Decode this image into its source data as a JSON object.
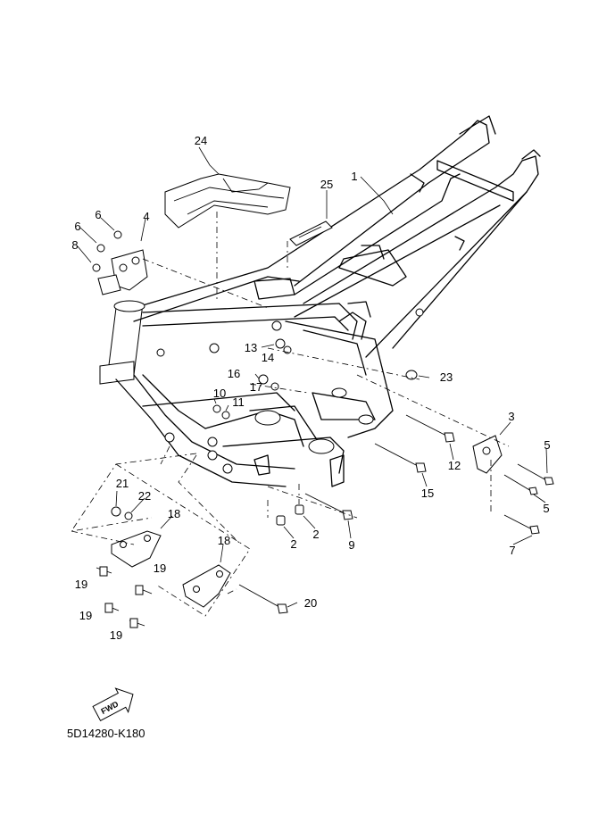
{
  "diagram_code": "5D14280-K180",
  "fwd_label": "FWD",
  "callouts": {
    "c1": "1",
    "c2a": "2",
    "c2b": "2",
    "c3": "3",
    "c4": "4",
    "c5a": "5",
    "c5b": "5",
    "c6a": "6",
    "c6b": "6",
    "c7": "7",
    "c8": "8",
    "c9": "9",
    "c10": "10",
    "c11": "11",
    "c12": "12",
    "c13": "13",
    "c14": "14",
    "c15": "15",
    "c16": "16",
    "c17": "17",
    "c18a": "18",
    "c18b": "18",
    "c19a": "19",
    "c19b": "19",
    "c19c": "19",
    "c19d": "19",
    "c20": "20",
    "c21": "21",
    "c22": "22",
    "c23": "23",
    "c24": "24",
    "c25": "25"
  }
}
